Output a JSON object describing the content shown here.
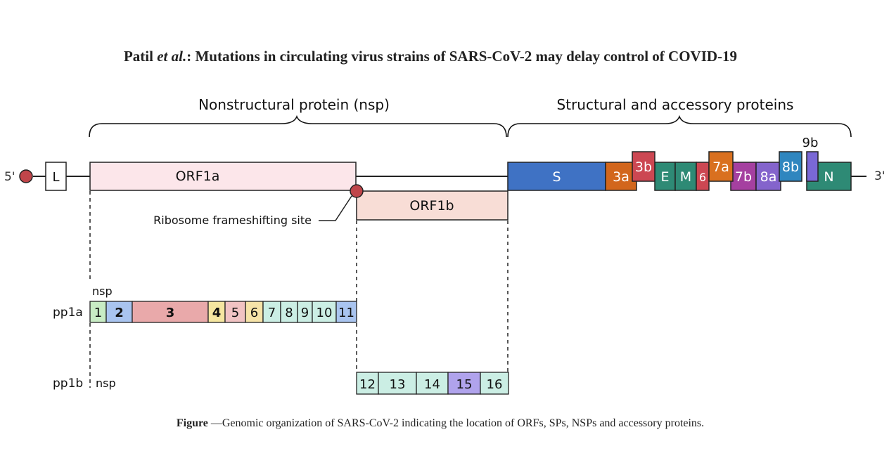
{
  "header": {
    "author": "Patil",
    "etal": "et al.",
    "after_etal": ": Mutations in circulating virus strains of SARS-CoV-2 may delay control of COVID-19"
  },
  "sections": {
    "nsp": "Nonstructural protein (nsp)",
    "structural": "Structural and accessory proteins"
  },
  "ends": {
    "five": "5'",
    "three": "3'"
  },
  "leader": "L",
  "orfs": {
    "orf1a": "ORF1a",
    "orf1b": "ORF1b"
  },
  "frameshift_label": "Ribosome frameshifting site",
  "structural_genes": [
    "S",
    "3a",
    "3b",
    "E",
    "M",
    "6",
    "7a",
    "7b",
    "8a",
    "8b",
    "9b",
    "N"
  ],
  "pp1a": {
    "label": "pp1a",
    "nsp_label": "nsp",
    "segments": [
      "1",
      "2",
      "3",
      "4",
      "5",
      "6",
      "7",
      "8",
      "9",
      "10",
      "11"
    ]
  },
  "pp1b": {
    "label": "pp1b",
    "nsp_label": "nsp",
    "segments": [
      "12",
      "13",
      "14",
      "15",
      "16"
    ]
  },
  "caption": {
    "bold": "Figure",
    "text": " —Genomic organization of SARS-CoV-2 indicating the location of ORFs, SPs, NSPs and accessory proteins."
  },
  "colors": {
    "red_dot": "#c0454a",
    "orf1a_fill": "#fce6ea",
    "orf1b_fill": "#f8ddd6",
    "S": "#3f72c4",
    "3a": "#d2661c",
    "3b": "#cc4752",
    "E": "#2e8a75",
    "M": "#2e8a75",
    "6": "#cc4752",
    "7a": "#d9701f",
    "7b": "#a540a0",
    "8a": "#8464cc",
    "8b": "#2f86bf",
    "9b": "#7a68d6",
    "N": "#2e8a75",
    "nsp1": "#c8ecc4",
    "nsp2": "#a9c4ef",
    "nsp3": "#e9a9aa",
    "nsp4": "#f5e6a0",
    "nsp5": "#f1c3c3",
    "nsp6": "#f6e3a8",
    "nsp7_11": "#cbeee4",
    "nsp11": "#a9c4ef",
    "nsp12_16": "#cbeee4",
    "nsp15": "#b0a3ec"
  }
}
